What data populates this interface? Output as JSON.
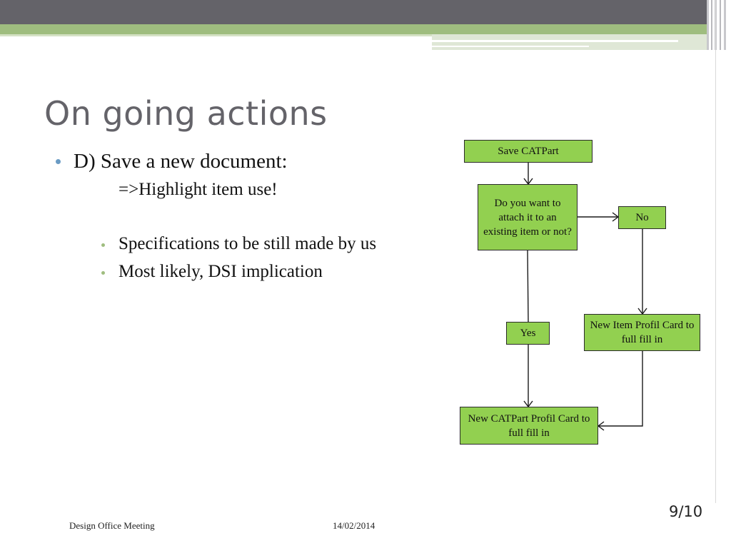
{
  "slide": {
    "title": "On going actions",
    "bullet_main": "D) Save a new document:",
    "bullet_main_sub": "=>Highlight item use!",
    "sub_bullets": [
      "Specifications to be still made by us",
      "Most likely, DSI implication"
    ]
  },
  "flowchart": {
    "nodes": {
      "save": "Save CATPart",
      "question": "Do you want to attach it to an existing item or not?",
      "no": "No",
      "yes": "Yes",
      "new_item": "New Item Profil Card to full fill in",
      "new_catpart": "New CATPart Profil Card to full fill in"
    },
    "edges": [
      [
        "save",
        "question"
      ],
      [
        "question",
        "no"
      ],
      [
        "question",
        "yes"
      ],
      [
        "no",
        "new_item"
      ],
      [
        "yes",
        "new_catpart"
      ],
      [
        "new_item",
        "new_catpart"
      ]
    ],
    "node_color": "#92d050"
  },
  "footer": {
    "left": "Design Office Meeting",
    "date": "14/02/2014",
    "page": "9/10"
  },
  "theme": {
    "header_gray": "#646369",
    "header_green": "#9fbd7f",
    "bullet_blue": "#6a9bc4"
  }
}
